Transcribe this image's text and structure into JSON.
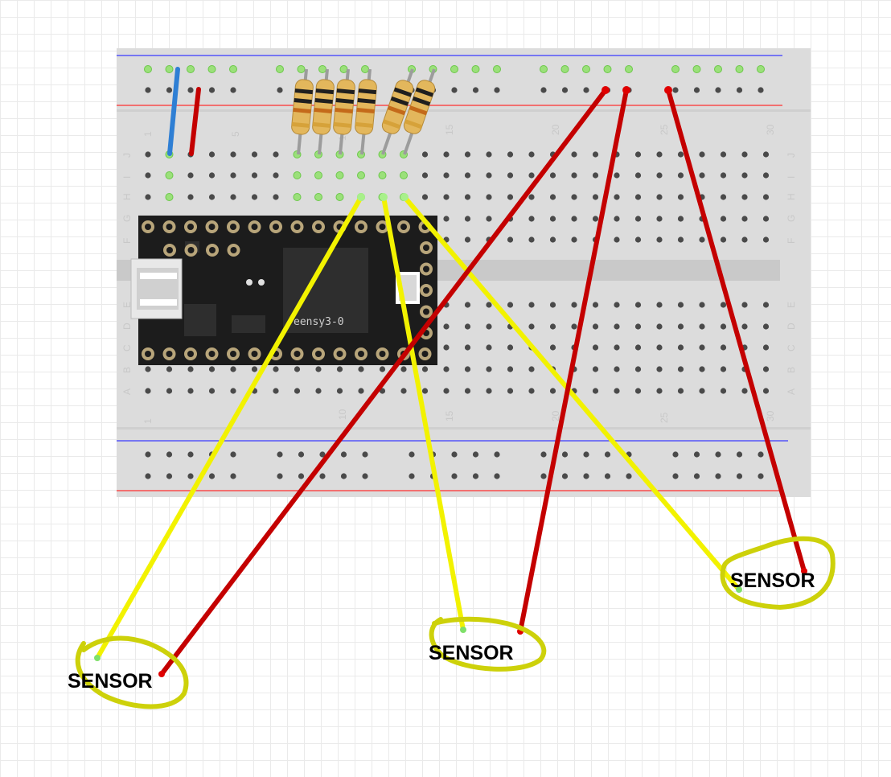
{
  "microcontroller": {
    "label": "eensy3-0"
  },
  "breadboard": {
    "column_numbers": [
      "1",
      "5",
      "10",
      "15",
      "20",
      "25",
      "30"
    ],
    "row_letters_top": [
      "J",
      "I",
      "H",
      "G",
      "F"
    ],
    "row_letters_bottom": [
      "E",
      "D",
      "C",
      "B",
      "A"
    ]
  },
  "sensors": [
    {
      "label": "SENSOR"
    },
    {
      "label": "SENSOR"
    },
    {
      "label": "SENSOR"
    }
  ],
  "colors": {
    "yellow_wire": "#f2f200",
    "red_wire": "#c40000",
    "blue_wire": "#2f7fd4",
    "sensor_circle": "#cdd10a",
    "breadboard": "#dcdcdc",
    "board_black": "#1c1c1c"
  }
}
